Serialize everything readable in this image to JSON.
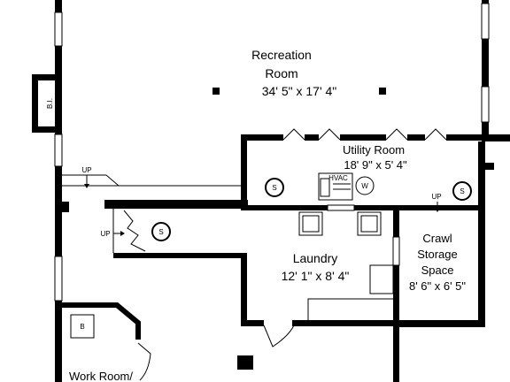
{
  "rooms": {
    "recreation": {
      "name_line1": "Recreation",
      "name_line2": "Room",
      "dims": "34' 5\" x 17' 4\""
    },
    "utility": {
      "name": "Utility Room",
      "dims": "18' 9\" x 5' 4\""
    },
    "laundry": {
      "name": "Laundry",
      "dims": "12' 1\" x 8' 4\""
    },
    "crawl": {
      "name_line1": "Crawl",
      "name_line2": "Storage",
      "name_line3": "Space",
      "dims": "8' 6\" x 6' 5\""
    },
    "work": {
      "name": "Work Room/"
    }
  },
  "labels": {
    "built_in": "B.I.",
    "hvac": "HVAC",
    "water_heater": "W",
    "box_b": "B",
    "sump": "S",
    "stairs_up": "UP"
  },
  "colors": {
    "wall": "#000000",
    "background": "#ffffff"
  }
}
